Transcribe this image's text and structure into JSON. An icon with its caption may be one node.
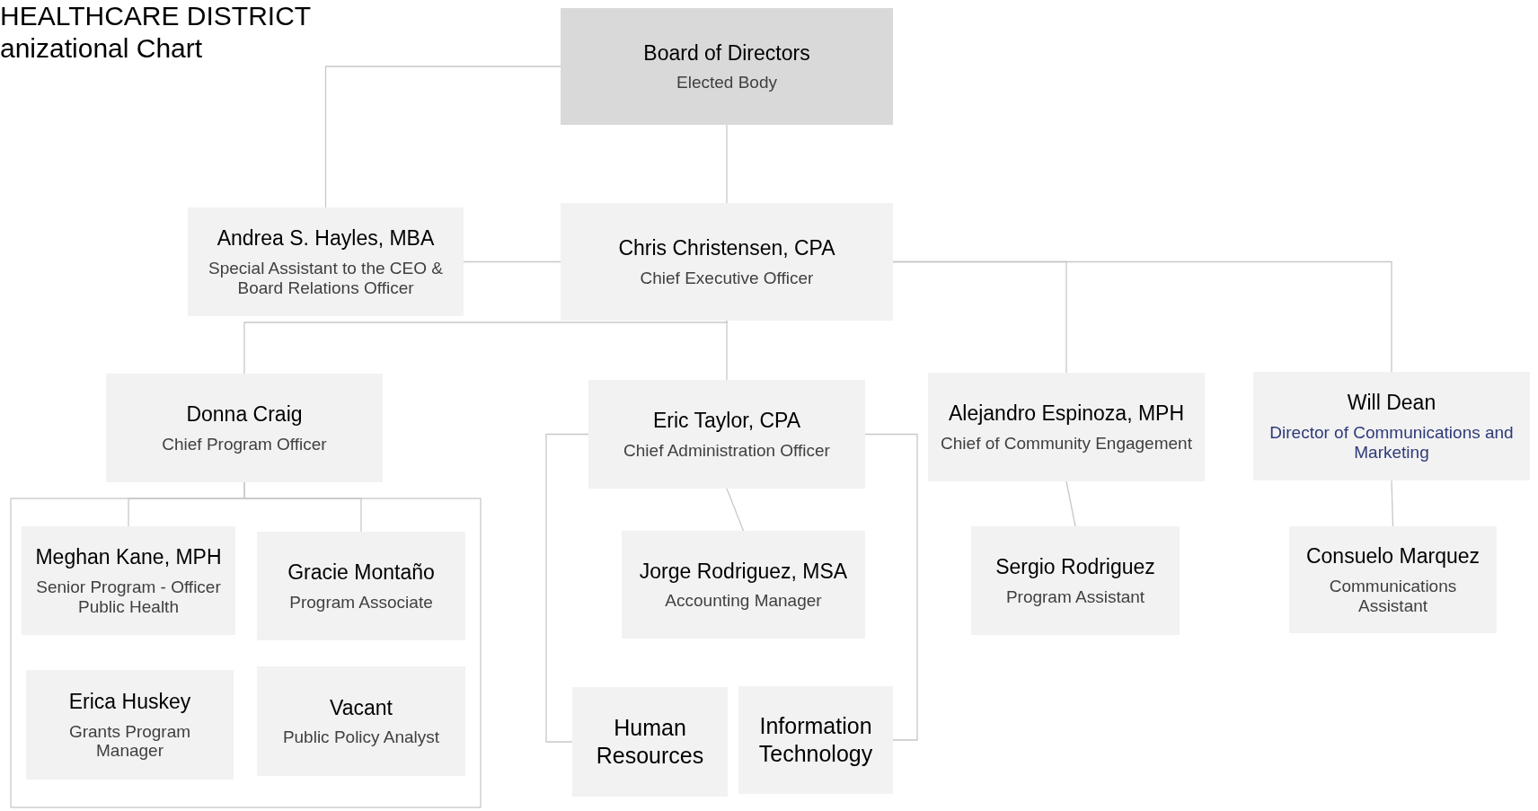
{
  "diagram": {
    "title": "HEALTHCARE DISTRICT anizational Chart",
    "nodes": [
      {
        "text": [
          "Board of Directors",
          "Elected Body"
        ]
      },
      {
        "text": [
          "Andrea S. Hayles, MBA",
          "Special Assistant to the CEO & Board Relations Officer"
        ]
      },
      {
        "text": [
          "Chris Christensen, CPA",
          "Chief Executive Officer"
        ]
      },
      {
        "text": [
          "Donna Craig",
          "Chief Program Officer"
        ]
      },
      {
        "text": [
          "Eric Taylor, CPA",
          "Chief Administration Officer"
        ]
      },
      {
        "text": [
          "Alejandro Espinoza, MPH",
          "Chief of Community Engagement"
        ]
      },
      {
        "text": [
          "Will Dean",
          "Director of Communications and Marketing"
        ]
      },
      {
        "text": [
          "Meghan Kane, MPH",
          "Senior Program - Officer Public Health"
        ]
      },
      {
        "text": [
          "Gracie Montaño",
          "Program Associate"
        ]
      },
      {
        "text": [
          "Erica Huskey",
          "Grants Program Manager"
        ]
      },
      {
        "text": [
          "Vacant",
          "Public Policy Analyst"
        ]
      },
      {
        "text": [
          "Jorge Rodriguez, MSA",
          "Accounting Manager"
        ]
      },
      {
        "text": [
          "Human Resources"
        ]
      },
      {
        "text": [
          "Information Technology"
        ]
      },
      {
        "text": [
          "Sergio Rodriguez",
          "Program Assistant"
        ]
      },
      {
        "text": [
          "Consuelo Marquez",
          "Communications Assistant"
        ]
      }
    ],
    "edges": [
      {
        "from": 0,
        "to": 1,
        "arrow": "none"
      },
      {
        "from": 0,
        "to": 2,
        "arrow": "none"
      },
      {
        "from": 2,
        "to": 1,
        "arrow": "none"
      },
      {
        "from": 2,
        "to": 3,
        "arrow": "none"
      },
      {
        "from": 2,
        "to": 4,
        "arrow": "none"
      },
      {
        "from": 2,
        "to": 5,
        "arrow": "none"
      },
      {
        "from": 2,
        "to": 6,
        "arrow": "none"
      },
      {
        "from": 3,
        "to": 7,
        "arrow": "none"
      },
      {
        "from": 3,
        "to": 8,
        "arrow": "none"
      },
      {
        "from": 4,
        "to": 11,
        "arrow": "none"
      },
      {
        "from": 4,
        "to": 12,
        "arrow": "none"
      },
      {
        "from": 4,
        "to": 13,
        "arrow": "none"
      },
      {
        "from": 5,
        "to": 14,
        "arrow": "none"
      },
      {
        "from": 6,
        "to": 15,
        "arrow": "none"
      }
    ]
  }
}
